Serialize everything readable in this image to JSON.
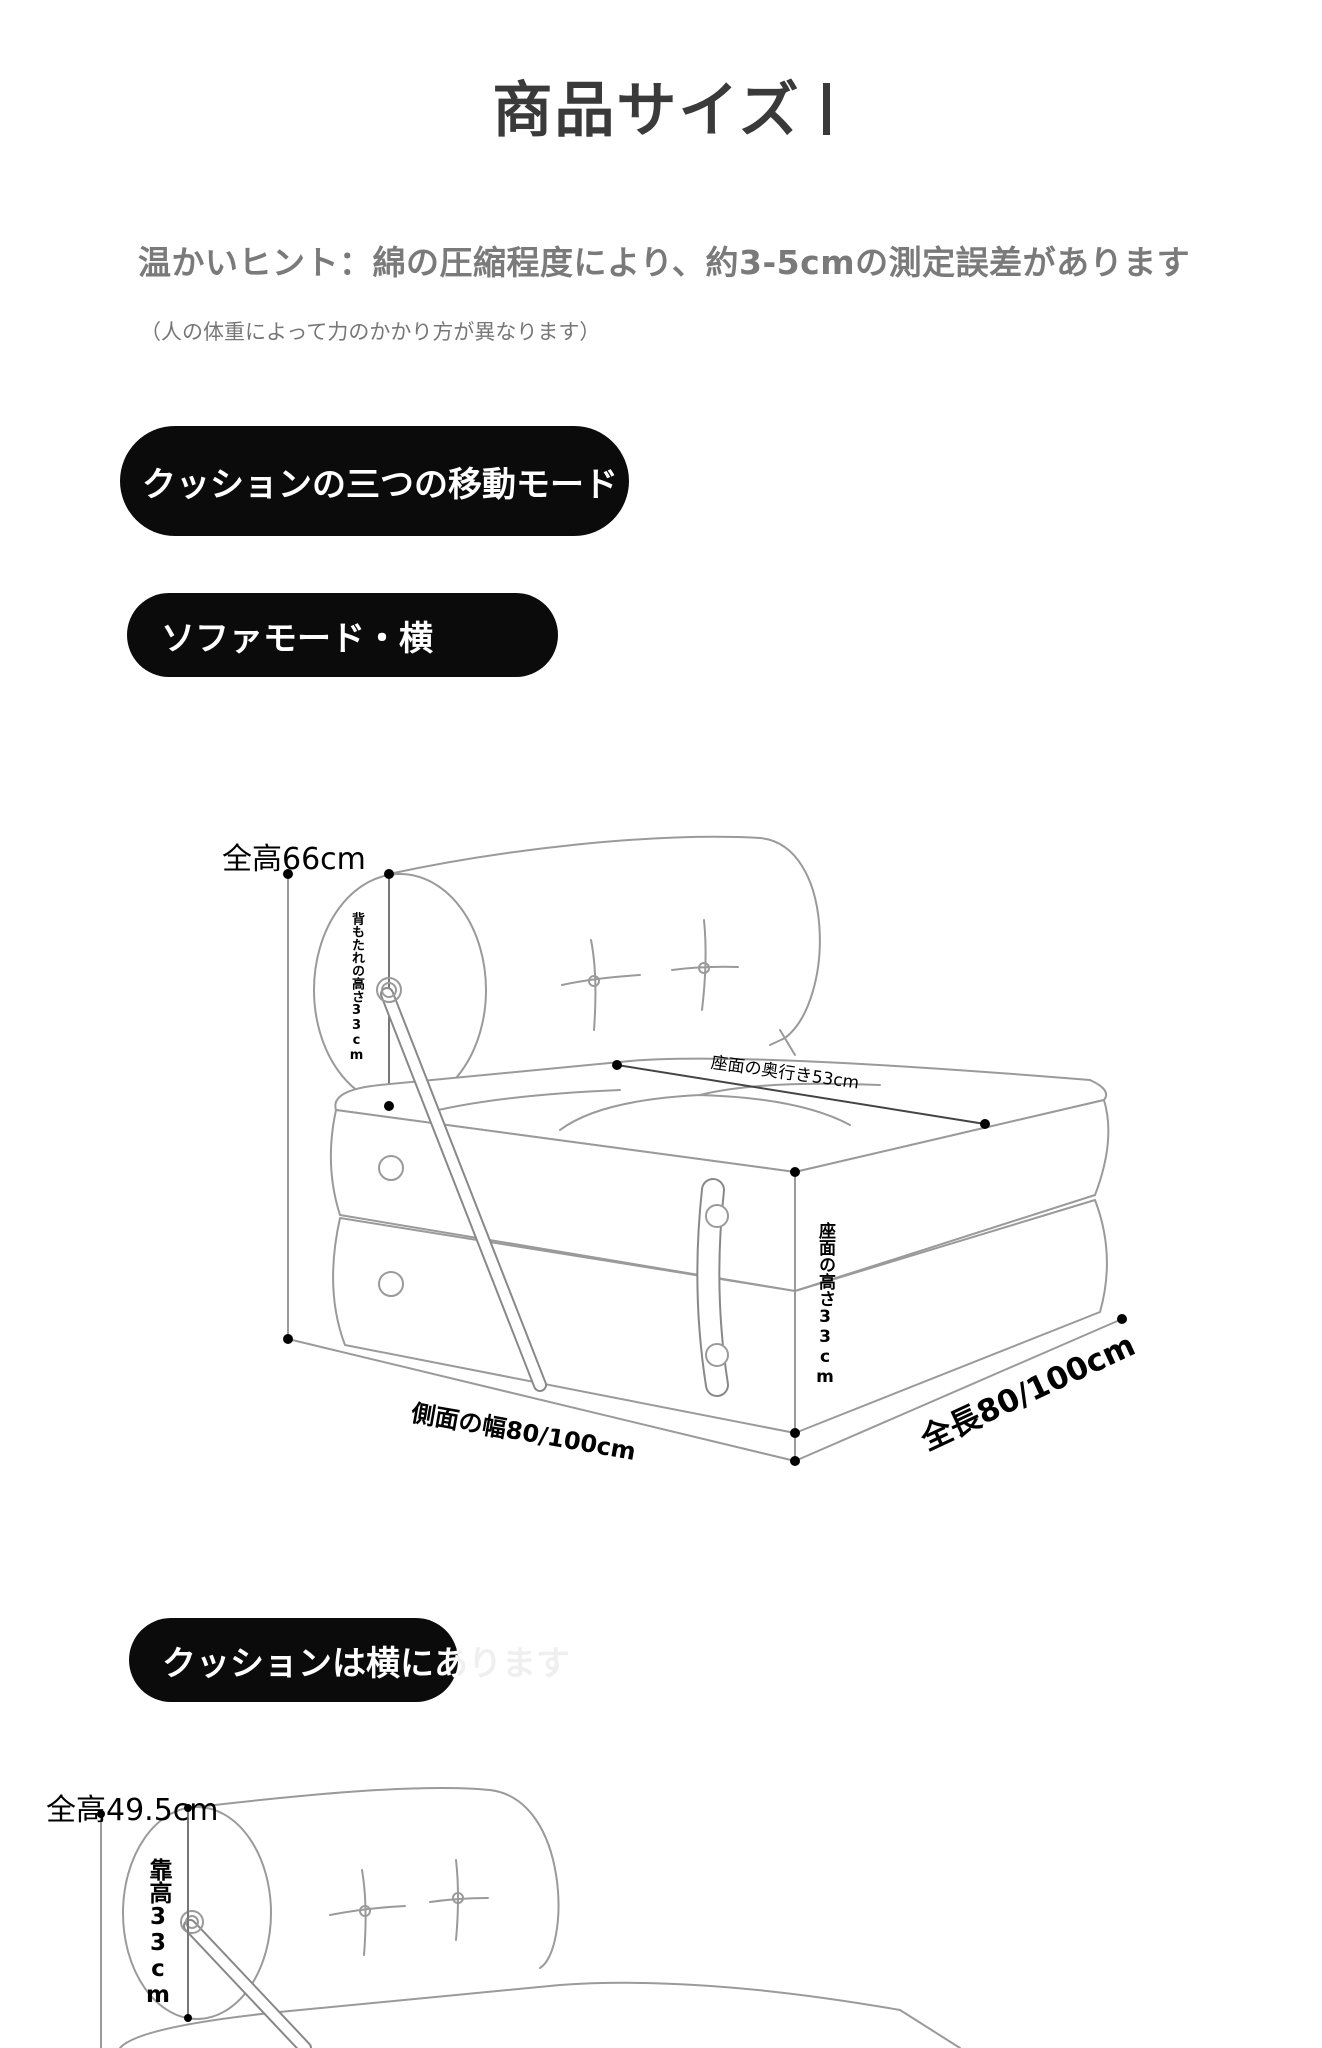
{
  "header": {
    "title": "商品サイズ"
  },
  "notice": {
    "hint": "温かいヒント：綿の圧縮程度により、約3-5cmの測定誤差があります",
    "sub": "（人の体重によって力のかかり方が異なります）"
  },
  "sections": {
    "modes_title": "クッションの三つの移動モード",
    "sofa_mode": "ソファモード・横",
    "cushion_side": "クッションは横にあります"
  },
  "diagram1": {
    "total_height": "全高66cm",
    "back_height": "背もたれの高さ33cm",
    "seat_depth": "座面の奥行き53cm",
    "seat_height": "座面の高さ33cm",
    "side_width": "側面の幅80/100cm",
    "total_length": "全長80/100cm"
  },
  "diagram2": {
    "total_height": "全高49.5cm",
    "back_height": "靠高33cm"
  },
  "colors": {
    "pill": "#0b0b0b",
    "hint_text": "#7a7a7a",
    "line": "#9a9a9a"
  }
}
